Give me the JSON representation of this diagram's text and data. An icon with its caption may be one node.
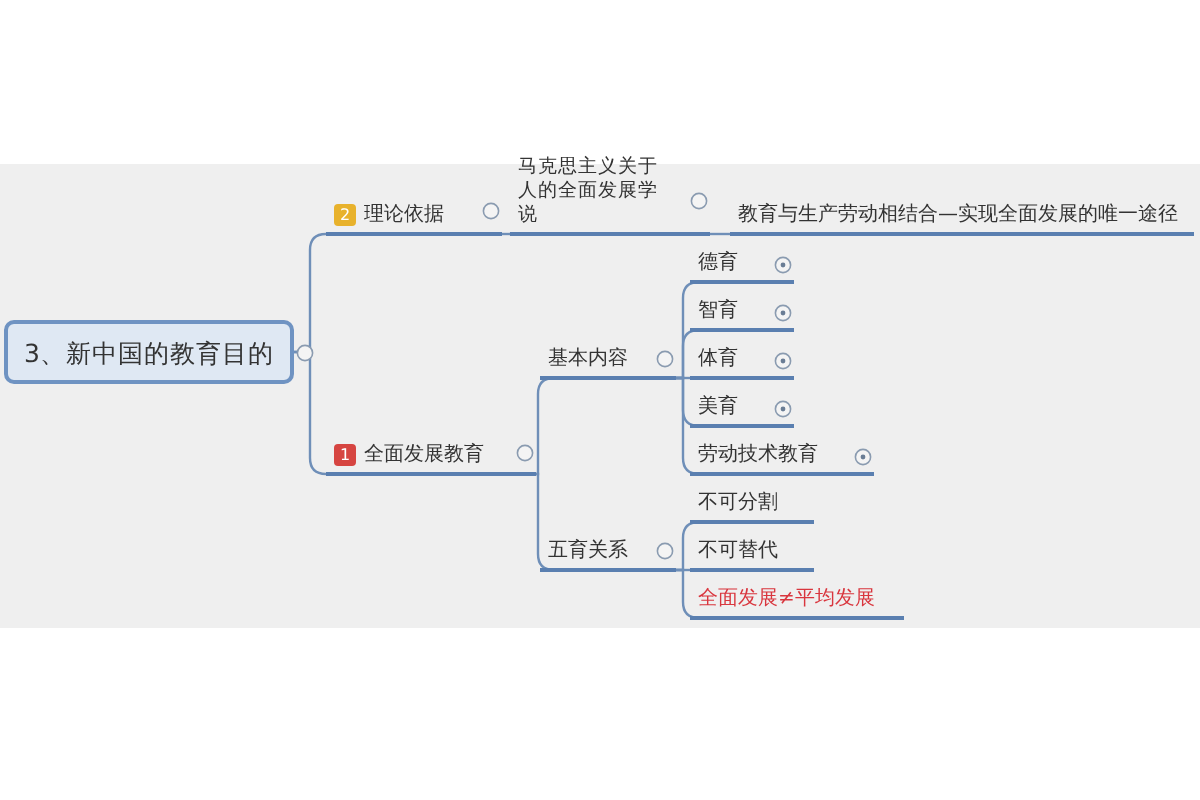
{
  "diagram": {
    "nodes": [
      {
        "text": [
          "3、新中国的教育目的"
        ]
      },
      {
        "text": [
          "2",
          "理论依据"
        ]
      },
      {
        "text": [
          "马克思主义关于人的全面发展学说"
        ]
      },
      {
        "text": [
          "教育与生产劳动相结合—实现全面发展的唯一途径"
        ]
      },
      {
        "text": [
          "1",
          "全面发展教育"
        ]
      },
      {
        "text": [
          "基本内容"
        ]
      },
      {
        "text": [
          "德育"
        ]
      },
      {
        "text": [
          "智育"
        ]
      },
      {
        "text": [
          "体育"
        ]
      },
      {
        "text": [
          "美育"
        ]
      },
      {
        "text": [
          "劳动技术教育"
        ]
      },
      {
        "text": [
          "五育关系"
        ]
      },
      {
        "text": [
          "不可分割"
        ]
      },
      {
        "text": [
          "不可替代"
        ]
      },
      {
        "text": [
          "全面发展≠平均发展"
        ]
      }
    ],
    "edges": [
      {
        "from": 0,
        "to": 1,
        "arrow": "none"
      },
      {
        "from": 0,
        "to": 4,
        "arrow": "none"
      },
      {
        "from": 1,
        "to": 2,
        "arrow": "none"
      },
      {
        "from": 2,
        "to": 3,
        "arrow": "none"
      },
      {
        "from": 4,
        "to": 5,
        "arrow": "none"
      },
      {
        "from": 4,
        "to": 11,
        "arrow": "none"
      },
      {
        "from": 5,
        "to": 6,
        "arrow": "none"
      },
      {
        "from": 5,
        "to": 7,
        "arrow": "none"
      },
      {
        "from": 5,
        "to": 8,
        "arrow": "none"
      },
      {
        "from": 5,
        "to": 9,
        "arrow": "none"
      },
      {
        "from": 5,
        "to": 10,
        "arrow": "none"
      },
      {
        "from": 11,
        "to": 12,
        "arrow": "none"
      },
      {
        "from": 11,
        "to": 13,
        "arrow": "none"
      },
      {
        "from": 11,
        "to": 14,
        "arrow": "none"
      }
    ]
  }
}
